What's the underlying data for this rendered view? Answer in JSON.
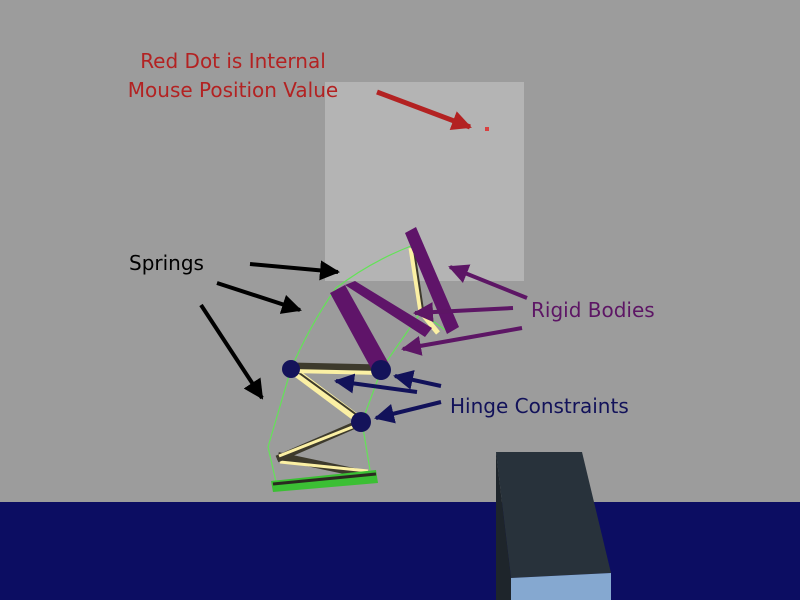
{
  "labels": {
    "red_dot_line1": "Red Dot is Internal",
    "red_dot_line2": "Mouse Position Value",
    "springs": "Springs",
    "rigid_bodies": "Rigid Bodies",
    "hinge_constraints": "Hinge Constraints"
  },
  "colors": {
    "background": "#9c9c9c",
    "floor": "#0c0d62",
    "panel": "#b4b4b4",
    "red_label": "#b32222",
    "black_label": "#000000",
    "purple_label": "#5d1665",
    "navy_label": "#12125a",
    "rigid_body": "#5f1469",
    "spring_line": "#63e357",
    "hinge": "#14135a",
    "beam_light": "#fbf0a4",
    "beam_dark": "#3d3a2c",
    "base_green": "#3bbf34",
    "block_top": "#28323b",
    "block_front": "#85a8d0"
  }
}
